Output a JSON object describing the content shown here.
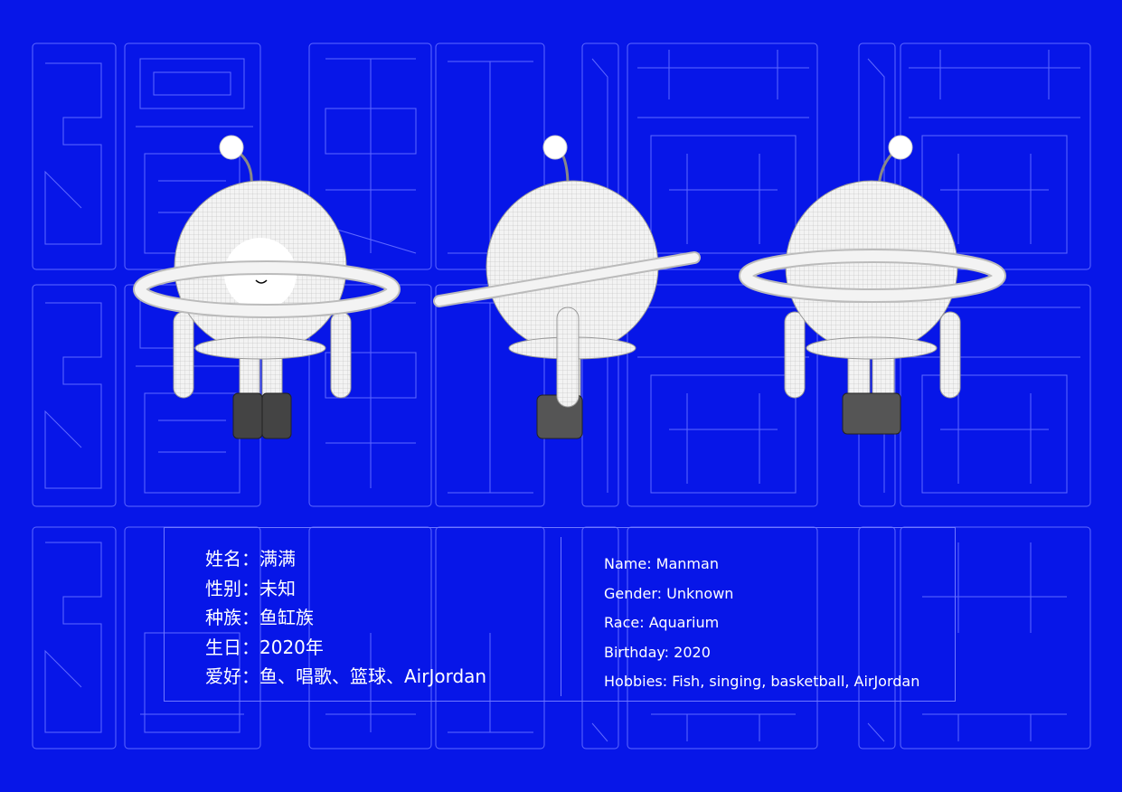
{
  "colors": {
    "background": "#0716e8",
    "outline": "#5f69ff",
    "text": "#ffffff",
    "figure_fill": "#f1f1f1",
    "figure_stroke": "#9a9a9a"
  },
  "info_cn": [
    {
      "label": "姓名",
      "sep": "：",
      "value": "满满"
    },
    {
      "label": "性别",
      "sep": "：",
      "value": "未知"
    },
    {
      "label": "种族",
      "sep": "：",
      "value": "鱼缸族"
    },
    {
      "label": "生日",
      "sep": "：",
      "value": "2020年"
    },
    {
      "label": "爱好",
      "sep": "：",
      "value": "鱼、唱歌、篮球、AirJordan"
    }
  ],
  "info_en": [
    "Name: Manman",
    "Gender: Unknown",
    "Race: Aquarium",
    "Birthday: 2020",
    "Hobbies: Fish, singing, basketball, AirJordan"
  ],
  "views": [
    "front-view",
    "side-view",
    "back-view"
  ]
}
